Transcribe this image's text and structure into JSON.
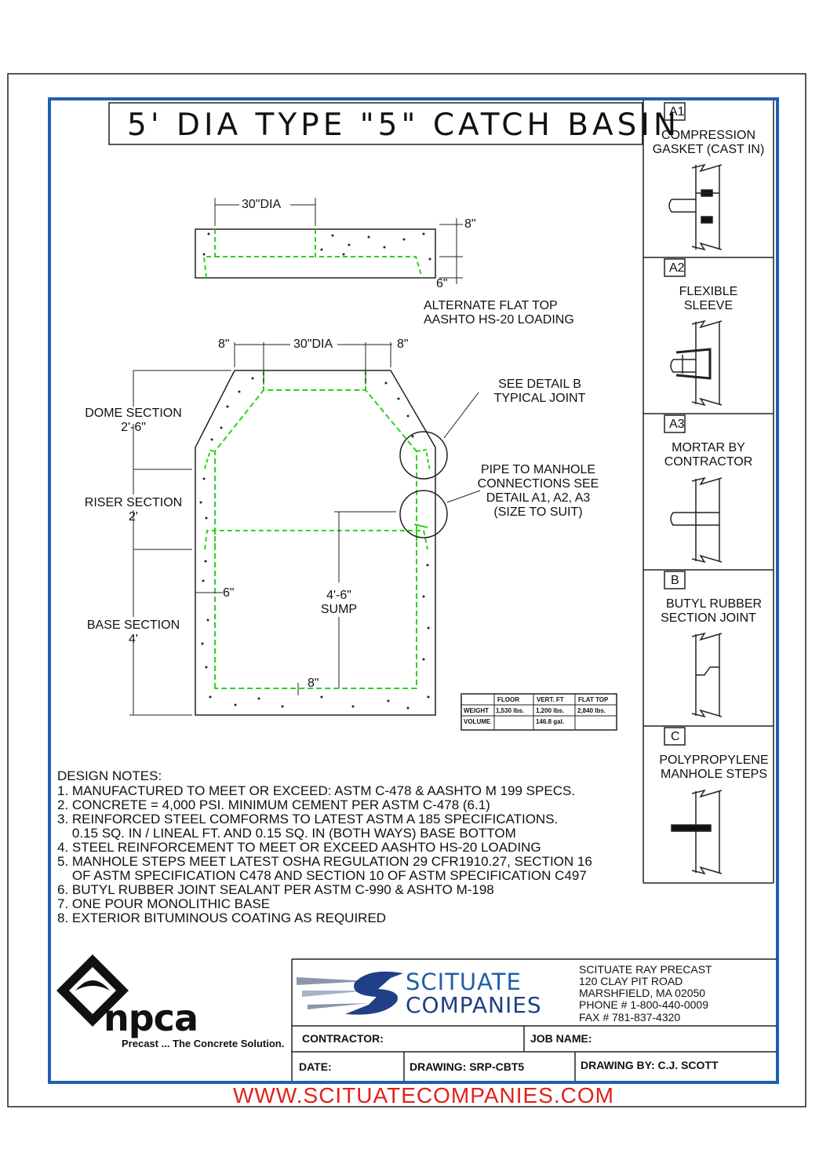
{
  "title": "5' DIA TYPE \"5\" CATCH BASIN",
  "flat_top": {
    "dia_label": "30\"DIA",
    "thick_label": "8\"",
    "lip_label": "6\"",
    "caption_line1": "ALTERNATE FLAT TOP",
    "caption_line2": "AASHTO HS-20 LOADING"
  },
  "main_section": {
    "top_left_dim": "8\"",
    "top_dia_dim": "30\"DIA",
    "top_right_dim": "8\"",
    "dome_label": "DOME SECTION",
    "dome_height": "2'-6\"",
    "riser_label": "RISER SECTION",
    "riser_height": "2'",
    "base_label": "BASE SECTION",
    "base_height": "4'",
    "wall_dim": "6\"",
    "sump_dim": "4'-6\"",
    "sump_label": "SUMP",
    "floor_dim": "8\"",
    "callout_b_line1": "SEE DETAIL B",
    "callout_b_line2": "TYPICAL JOINT",
    "callout_pipe_line1": "PIPE TO MANHOLE",
    "callout_pipe_line2": "CONNECTIONS SEE",
    "callout_pipe_line3": "DETAIL A1, A2, A3",
    "callout_pipe_line4": "(SIZE TO SUIT)"
  },
  "weight_table": {
    "headers": [
      "FLOOR",
      "VERT. FT",
      "FLAT TOP"
    ],
    "row1_label": "WEIGHT",
    "row1": [
      "1,530 lbs.",
      "1,200 lbs.",
      "2,840 lbs."
    ],
    "row2_label": "VOLUME",
    "row2": [
      "",
      "146.8 gal.",
      ""
    ]
  },
  "details": [
    {
      "tag": "A1",
      "line1": "COMPRESSION",
      "line2": "GASKET (CAST IN)"
    },
    {
      "tag": "A2",
      "line1": "FLEXIBLE",
      "line2": "SLEEVE"
    },
    {
      "tag": "A3",
      "line1": "MORTAR BY",
      "line2": "CONTRACTOR"
    },
    {
      "tag": "B",
      "line1": "BUTYL RUBBER",
      "line2": "SECTION JOINT"
    },
    {
      "tag": "C",
      "line1": "POLYPROPYLENE",
      "line2": "MANHOLE STEPS"
    }
  ],
  "design_notes": {
    "heading": "DESIGN NOTES:",
    "lines": [
      "1. MANUFACTURED TO MEET OR EXCEED: ASTM C-478 & AASHTO M 199 SPECS.",
      "2. CONCRETE = 4,000 PSI. MINIMUM CEMENT PER ASTM C-478 (6.1)",
      "3. REINFORCED STEEL COMFORMS TO LATEST ASTM A 185 SPECIFICATIONS.",
      "    0.15 SQ. IN / LINEAL FT. AND 0.15 SQ. IN (BOTH WAYS) BASE BOTTOM",
      "4. STEEL REINFORCEMENT TO MEET OR EXCEED AASHTO HS-20 LOADING",
      "5. MANHOLE STEPS MEET LATEST OSHA REGULATION 29 CFR1910.27, SECTION 16",
      "    OF ASTM SPECIFICATION C478 AND SECTION 10 OF ASTM SPECIFICATION C497",
      "6. BUTYL RUBBER JOINT SEALANT PER ASTM C-990 & ASHTO M-198",
      "7. ONE POUR MONOLITHIC BASE",
      "8. EXTERIOR BITUMINOUS COATING AS REQUIRED"
    ]
  },
  "npca": {
    "logo_text": "npca",
    "tagline": "Precast ... The Concrete Solution."
  },
  "company": {
    "name_line1": "SCITUATE",
    "name_line2": "COMPANIES",
    "address": [
      "SCITUATE RAY PRECAST",
      "120 CLAY PIT ROAD",
      "MARSHFIELD, MA  02050",
      "PHONE # 1-800-440-0009",
      "FAX # 781-837-4320"
    ]
  },
  "title_block": {
    "contractor": "CONTRACTOR:",
    "job_name": "JOB NAME:",
    "date": "DATE:",
    "drawing": "DRAWING: SRP-CBT5",
    "drawing_by": "DRAWING BY: C.J. SCOTT"
  },
  "website": "WWW.SCITUATECOMPANIES.COM",
  "colors": {
    "frame_blue": "#1f5fb0",
    "rebar_green": "#2ed11f",
    "url_red": "#e0201b"
  }
}
